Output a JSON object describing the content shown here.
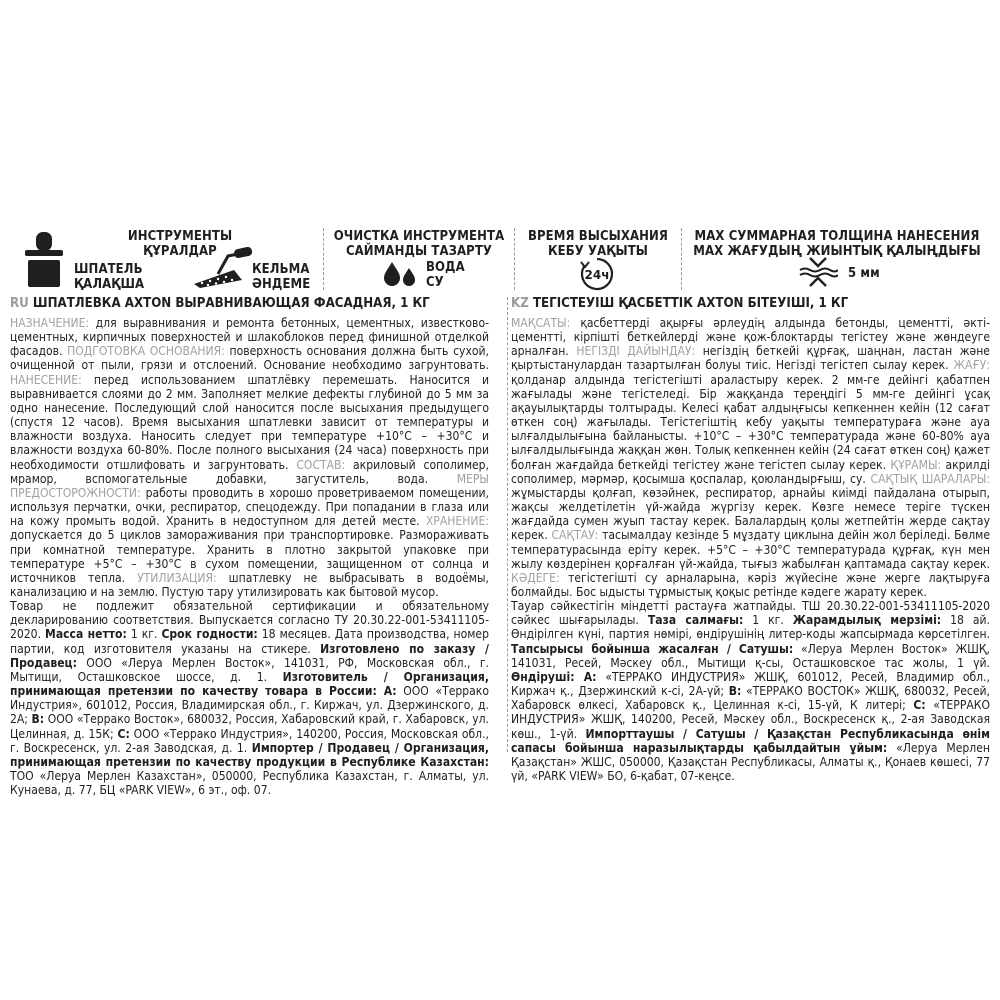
{
  "header": {
    "tools": {
      "title_ru": "ИНСТРУМЕНТЫ",
      "title_kz": "ҚҰРАЛДАР",
      "spatula_ru": "ШПАТЕЛЬ",
      "spatula_kz": "ҚАЛАҚША",
      "trowel_ru": "КЕЛЬМА",
      "trowel_kz": "ӘНДЕМЕ"
    },
    "cleaning": {
      "title_ru": "ОЧИСТКА ИНСТРУМЕНТА",
      "title_kz": "САЙМАНДЫ ТАЗАРТУ",
      "water_ru": "ВОДА",
      "water_kz": "СУ"
    },
    "drying": {
      "title_ru": "ВРЕМЯ ВЫСЫХАНИЯ",
      "title_kz": "КЕБУ УАҚЫТЫ",
      "icon_text": "24ч"
    },
    "thickness": {
      "title_ru": "MAX СУММАРНАЯ ТОЛЩИНА НАНЕСЕНИЯ",
      "title_kz": "MAX ЖАҒУДЫҢ ЖИЫНТЫҚ ҚАЛЫҢДЫҒЫ",
      "value": "5 мм"
    }
  },
  "ru": {
    "prefix": "RU",
    "title": "ШПАТЛЕВКА AXTON ВЫРАВНИВАЮЩАЯ ФАСАДНАЯ, 1 КГ",
    "l_purpose": "НАЗНАЧЕНИЕ:",
    "t_purpose": " для выравнивания и ремонта бетонных, цементных, известково-цементных, кирпичных поверхностей и шлакоблоков перед финишной отделкой фасадов. ",
    "l_prep": "ПОДГОТОВКА ОСНОВАНИЯ:",
    "t_prep": " поверхность основания должна быть сухой, очищенной от пыли, грязи и отслоений. Основание необходимо загрунтовать. ",
    "l_apply": "НАНЕСЕНИЕ:",
    "t_apply": " перед использованием шпатлёвку перемешать. Наносится и выравнивается слоями до 2 мм. Заполняет мелкие дефекты глубиной до 5 мм за одно нанесение. Последующий слой наносится после высыхания предыдущего (спустя 12 часов). Время высыхания шпатлевки зависит от температуры и влажности воздуха. Наносить следует при температуре +10°С – +30°С и влажности воздуха 60-80%. После полного высыхания (24 часа) поверхность при необходимости отшлифовать и загрунтовать. ",
    "l_comp": "СОСТАВ:",
    "t_comp": " акриловый сополимер, мрамор, вспомогательные добавки, загуститель, вода. ",
    "l_safety": "МЕРЫ ПРЕДОСТОРОЖНОСТИ:",
    "t_safety": " работы проводить в хорошо проветриваемом помещении, используя перчатки, очки, респиратор, спецодежду. При попадании в глаза или на кожу промыть водой. Хранить в недоступном для детей месте. ",
    "l_storage": "ХРАНЕНИЕ:",
    "t_storage": " допускается до 5 циклов замораживания при транспортировке. Размораживать при комнатной температуре. Хранить в плотно закрытой упаковке при температуре +5°С – +30°С в сухом помещении, защищенном от солнца и источников тепла. ",
    "l_disposal": "УТИЛИЗАЦИЯ:",
    "t_disposal": " шпатлевку не выбрасывать в водоёмы, канализацию и на землю. Пустую тару утилизировать как бытовой мусор.",
    "t_cert": "Товар не подлежит обязательной сертификации и обязательному декларированию соответствия. Выпускается согласно ТУ 20.30.22-001-53411105-2020. ",
    "b_mass": "Масса нетто:",
    "t_mass": " 1 кг. ",
    "b_shelf": "Срок годности:",
    "t_shelf": " 18 месяцев. Дата производства, номер партии, код изготовителя указаны на стикере. ",
    "b_order": "Изготовлено по заказу / Продавец:",
    "t_order": " ООО «Леруа Мерлен Восток», 141031, РФ, Московская обл., г. Мытищи, Осташковское шоссе, д. 1. ",
    "b_maker": "Изготовитель / Организация, принимающая претензии по качеству товара в России: А:",
    "t_maker_a": " ООО «Террако Индустрия», 601012, Россия, Владимирская обл., г. Киржач, ул. Дзержинского, д. 2А; ",
    "b_b": "В:",
    "t_maker_b": " ООО «Террако Восток», 680032, Россия, Хабаровский край, г. Хабаровск, ул. Целинная, д. 15К; ",
    "b_c": "С:",
    "t_maker_c": " ООО «Террако Индустрия», 140200, Россия, Московская обл., г. Воскресенск, ул. 2-ая Заводская, д. 1. ",
    "b_importer": "Импортер / Продавец / Организация, принимающая претензии по качеству продукции в Республике Казахстан:",
    "t_importer": " ТОО «Леруа Мерлен Казахстан», 050000, Республика Казахстан, г. Алматы, ул. Кунаева, д. 77, БЦ «PARK VIEW», 6 эт., оф. 07."
  },
  "kz": {
    "prefix": "KZ",
    "title": "ТЕГІСТЕУІШ ҚАСБЕТТІК AXTON БІТЕУІШІ, 1 КГ",
    "l_purpose": "МАҚСАТЫ:",
    "t_purpose": " қасбеттерді ақырғы әрлеудің алдында бетонды, цементті, әкті-цементті, кірпішті беткейлерді және қож-блоктарды тегістеу және жөндеуге арналған. ",
    "l_prep": "НЕГІЗДІ ДАЙЫНДАУ:",
    "t_prep": " негіздің беткейі құрғақ, шаңнан, ластан және қыртыстанулардан тазартылған болуы тиіс. Негізді тегістеп сылау керек. ",
    "l_apply": "ЖАҒУ:",
    "t_apply": " қолданар алдында тегістегішті араластыру керек. 2 мм-ге дейінгі қабатпен жағылады және тегістеледі. Бір жаққанда тереңдігі 5 мм-ге дейінгі ұсақ ақауылықтарды толтырады. Келесі қабат алдыңғысы кепкеннен кейін (12 сағат өткен соң) жағылады. Тегістегіштің кебу уақыты температураға және ауа ылғалдылығына байланысты. +10°С – +30°С температурада және 60-80% ауа ылғалдылығында жаққан жөн. Толық кепкеннен кейін (24 сағат өткен соң) қажет болған жағдайда беткейді тегістеу және тегістеп сылау керек. ",
    "l_comp": "ҚҰРАМЫ:",
    "t_comp": " акрилді сополимер, мәрмәр, қосымша қоспалар, қоюландырғыш, су. ",
    "l_safety": "САҚТЫҚ ШАРАЛАРЫ:",
    "t_safety": " жұмыстарды қолғап, көзәйнек, респиратор, арнайы киімді пайдалана отырып, жақсы желдетілетін үй-жайда жүргізу керек. Көзге немесе теріге түскен жағдайда сумен жуып тастау керек. Балалардың қолы жетпейтін жерде сақтау керек. ",
    "l_storage": "САҚТАУ:",
    "t_storage": " тасымалдау кезінде 5 мұздату циклына дейін жол беріледі. Бөлме температурасында еріту керек. +5°С – +30°С температурада құрғақ, күн мен жылу көздерінен қорғалған үй-жайда, тығыз жабылған қаптамада сақтау керек. ",
    "l_disposal": "КӘДЕГЕ:",
    "t_disposal": " тегістегішті су арналарына, кәріз жүйесіне және жерге лақтыруға болмайды. Бос ыдысты тұрмыстық қоқыс ретінде кәдеге жарату керек.",
    "t_cert": "Тауар сәйкестігін міндетті растауға жатпайды. ТШ 20.30.22-001-53411105-2020 сәйкес шығарылады. ",
    "b_mass": "Таза салмағы:",
    "t_mass": " 1 кг. ",
    "b_shelf": "Жарамдылық мерзімі:",
    "t_shelf": " 18 ай. Өндірілген күні, партия нөмірі, өндірушінің литер-коды жапсырмада көрсетілген. ",
    "b_order": "Тапсырысы бойынша жасалған / Сатушы:",
    "t_order": " «Леруа Мерлен Восток» ЖШҚ, 141031, Ресей, Мәскеу обл., Мытищи қ-сы, Осташковское тас жолы, 1 үй. ",
    "b_maker": "Өндіруші: А:",
    "t_maker_a": " «ТЕРРАКО ИНДУСТРИЯ» ЖШҚ, 601012, Ресей, Владимир обл., Киржач қ., Дзержинский к-сі, 2А-үй; ",
    "b_b": "В:",
    "t_maker_b": " «ТЕРРАКО ВОСТОК» ЖШҚ, 680032, Ресей, Хабаровск өлкесі, Хабаровск қ., Целинная к-сі, 15-үй, К литері; ",
    "b_c": "С:",
    "t_maker_c": " «ТЕРРАКО ИНДУСТРИЯ» ЖШҚ, 140200, Ресей, Мәскеу обл., Воскресенск қ., 2-ая Заводская көш., 1-үй. ",
    "b_importer": "Импорттаушы / Сатушы / Қазақстан Республикасында өнім сапасы бойынша наразылықтарды қабылдайтын ұйым:",
    "t_importer": " «Леруа Мерлен Қазақстан» ЖШС, 050000, Қазақстан Республикасы, Алматы қ., Қонаев көшесі, 77 үй, «PARK VIEW» БО, 6-қабат, 07-кеңсе."
  }
}
